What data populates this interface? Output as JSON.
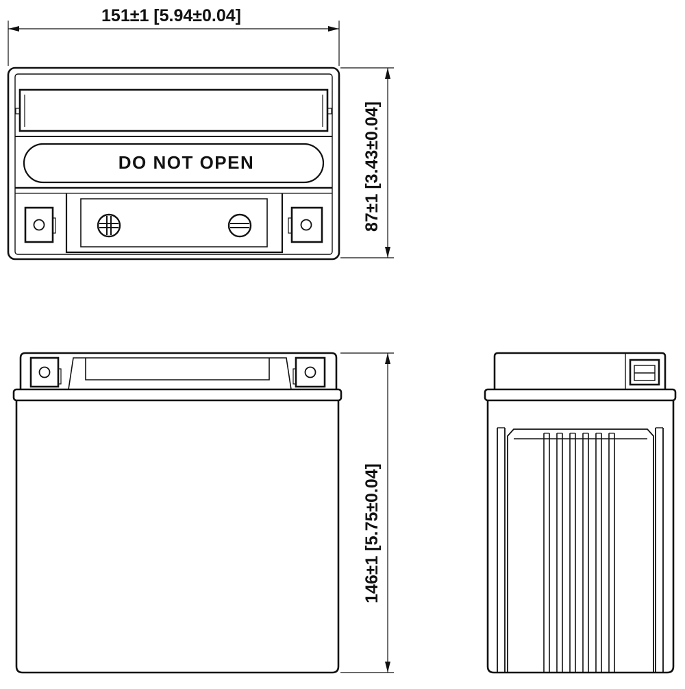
{
  "dimensions": {
    "width": "151±1 [5.94±0.04]",
    "depth": "87±1 [3.43±0.04]",
    "height": "146±1 [5.75±0.04]"
  },
  "top_view": {
    "warning_label": "DO NOT OPEN",
    "terminal_positive_icon": "plus-in-circle",
    "terminal_negative_icon": "minus-in-circle"
  },
  "colors": {
    "line": "#111111",
    "background": "#ffffff"
  }
}
